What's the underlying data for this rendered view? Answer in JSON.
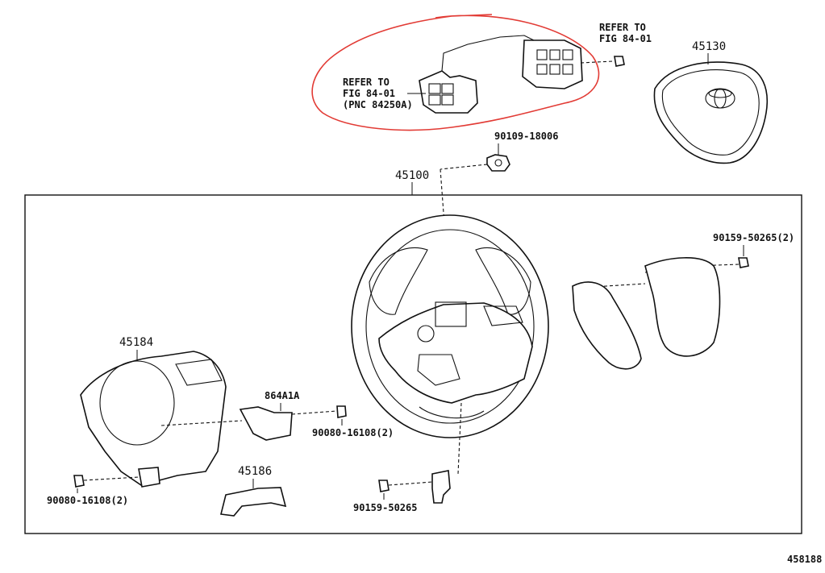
{
  "diagram": {
    "labels": {
      "refer_right_1": "REFER TO",
      "refer_right_2": "FIG 84-01",
      "refer_left_1": "REFER TO",
      "refer_left_2": "FIG 84-01",
      "refer_left_3": "(PNC 84250A)",
      "airbag": "45130",
      "nut": "90109-18006",
      "wheel": "45100",
      "screw_right": "90159-50265(2)",
      "cover_lower": "45184",
      "bracket": "864A1A",
      "screw_bracket": "90080-16108(2)",
      "screw_lower_left": "90080-16108(2)",
      "cover_small": "45186",
      "screw_bottom": "90159-50265",
      "figure_id": "458188"
    },
    "highlight_color": "#e23b35"
  }
}
